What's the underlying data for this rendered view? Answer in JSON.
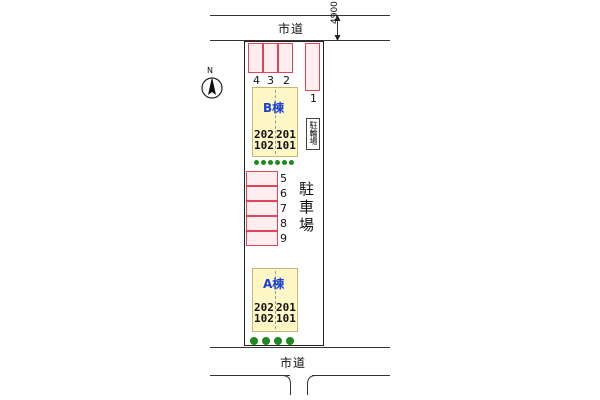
{
  "roads": {
    "top_label": "市道",
    "bottom_label": "市道"
  },
  "dimension": {
    "label": "4900"
  },
  "compass": {
    "letter": "N"
  },
  "parking": {
    "top_stalls": [
      "4",
      "3",
      "2"
    ],
    "side_stall": "1",
    "middle_stalls": [
      "5",
      "6",
      "7",
      "8",
      "9"
    ],
    "area_label": "駐車場"
  },
  "bike_parking": {
    "label": "駐輪場"
  },
  "building_b": {
    "name": "B棟",
    "units_top": [
      "202",
      "201"
    ],
    "units_bottom": [
      "102",
      "101"
    ]
  },
  "building_a": {
    "name": "A棟",
    "units_top": [
      "202",
      "201"
    ],
    "units_bottom": [
      "102",
      "101"
    ]
  },
  "colors": {
    "stall_border": "#e0445a",
    "building_fill": "#fff8c6",
    "tree": "#1e8a1e",
    "building_label": "#1a3fd6"
  }
}
